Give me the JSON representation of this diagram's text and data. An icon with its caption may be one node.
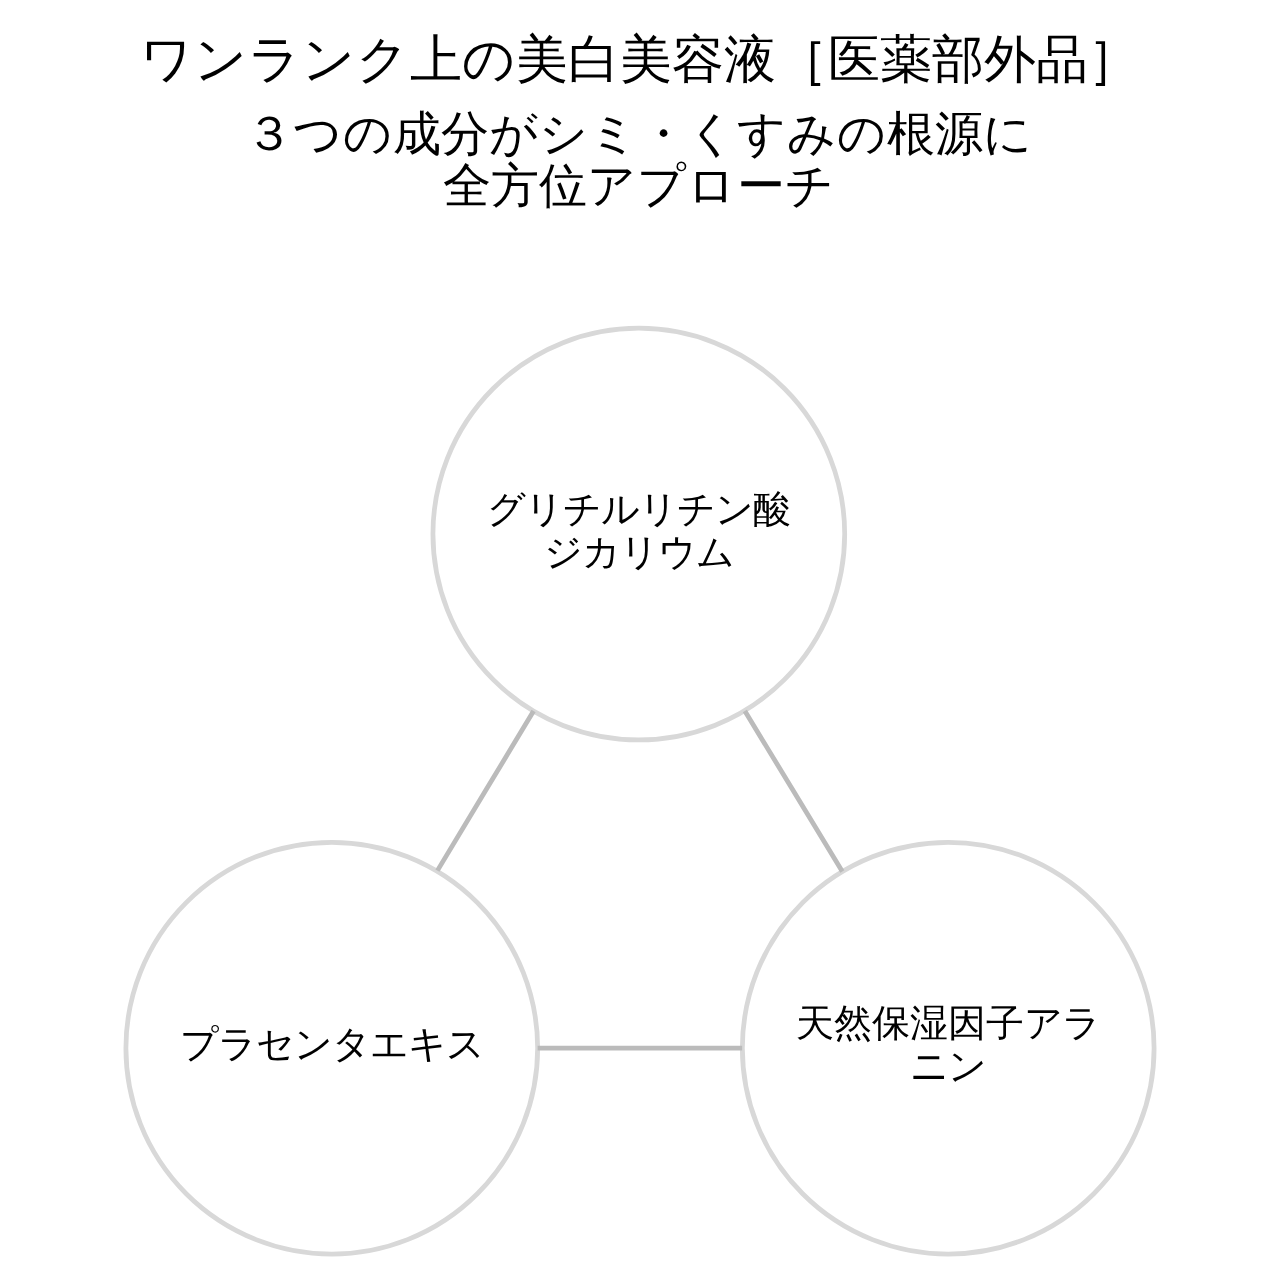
{
  "diagram": {
    "title": "ワンランク上の美白美容液［医薬部外品］",
    "nodes": [
      {
        "text": [
          "グリチルリチン酸ジカリウム"
        ]
      },
      {
        "text": [
          "プラセンタエキス"
        ]
      },
      {
        "text": [
          "天然保湿因子アラニン"
        ]
      }
    ],
    "edges": [
      {
        "from": 0,
        "to": 1,
        "arrow": "none"
      },
      {
        "from": 0,
        "to": 2,
        "arrow": "none"
      },
      {
        "from": 1,
        "to": 2,
        "arrow": "none"
      }
    ],
    "labels": [
      "３つの成分がシミ・くすみの根源に全方位アプローチ"
    ]
  }
}
